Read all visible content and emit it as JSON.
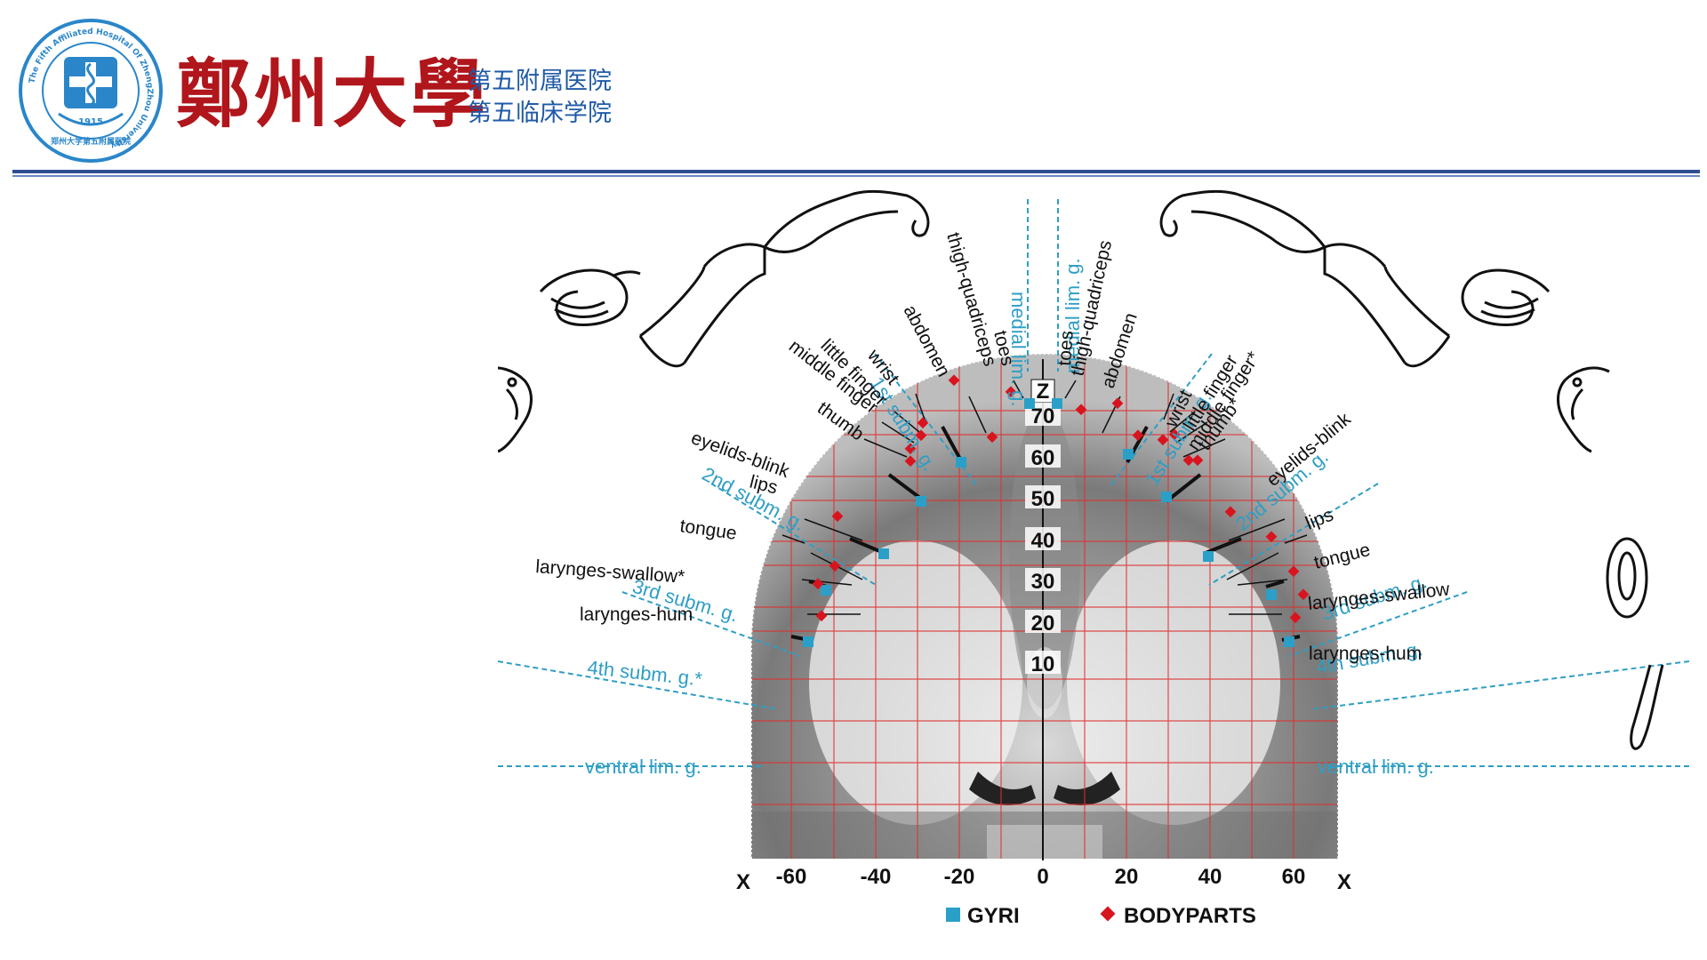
{
  "header": {
    "seal_text_top": "The Fifth Affiliated Hospital Of ZhengZhou University",
    "seal_year": "1915",
    "seal_text_bottom": "郑州大学第五附属医院",
    "brand": "鄭州大學",
    "subtitle_line1": "第五附属医院",
    "subtitle_line2": "第五临床学院"
  },
  "figure": {
    "z_label": "Z",
    "x_left_label": "X",
    "x_right_label": "X",
    "y_ticks": [
      "70",
      "60",
      "50",
      "40",
      "30",
      "20",
      "10"
    ],
    "x_ticks": [
      "-60",
      "-40",
      "-20",
      "0",
      "20",
      "40",
      "60"
    ],
    "legend": {
      "gyri": "GYRI",
      "bodyparts": "BODYPARTS"
    },
    "left_gyri_labels": {
      "medial": "medial lim. g.",
      "first": "1st subm. g.",
      "second": "2nd subm. g.",
      "third": "3rd subm. g.",
      "fourth": "4th subm. g.*",
      "ventral": "ventral lim. g."
    },
    "right_gyri_labels": {
      "medial": "medial lim. g.",
      "first": "1st subm. g.",
      "second": "2nd subm. g.",
      "third": "3rd subm. g.",
      "fourth": "4th subm. g.",
      "ventral": "ventral lim. g."
    },
    "left_body_labels": {
      "toes": "toes",
      "thigh": "thigh-quadriceps",
      "abdomen": "abdomen",
      "wrist": "wrist",
      "little": "little finger",
      "middle": "middle finger",
      "thumb": "thumb",
      "eyelids": "eyelids-blink",
      "lips": "lips",
      "tongue": "tongue",
      "swallow": "larynges-swallow*",
      "hum": "larynges-hum"
    },
    "right_body_labels": {
      "toes": "toes",
      "thigh": "thigh-quadriceps",
      "abdomen": "abdomen",
      "wrist": "wrist",
      "little": "little finger",
      "middle": "middle finger*",
      "thumb": "thumb*",
      "eyelids": "eyelids-blink",
      "lips": "lips",
      "tongue": "tongue",
      "swallow": "larynges-swallow",
      "hum": "larynges-hum"
    },
    "colors": {
      "gyri": "#2aa0c8",
      "bodyparts": "#d8141e",
      "gyri_text": "#2f9ec4",
      "grid": "#e03030",
      "brand": "#b0161b",
      "header_rule": "#2f4e92"
    },
    "icons": [
      "hospital-seal-icon",
      "foot-icon",
      "leg-icon",
      "hand-icon",
      "face-icon",
      "tongue-icon",
      "larynx-icon"
    ]
  }
}
